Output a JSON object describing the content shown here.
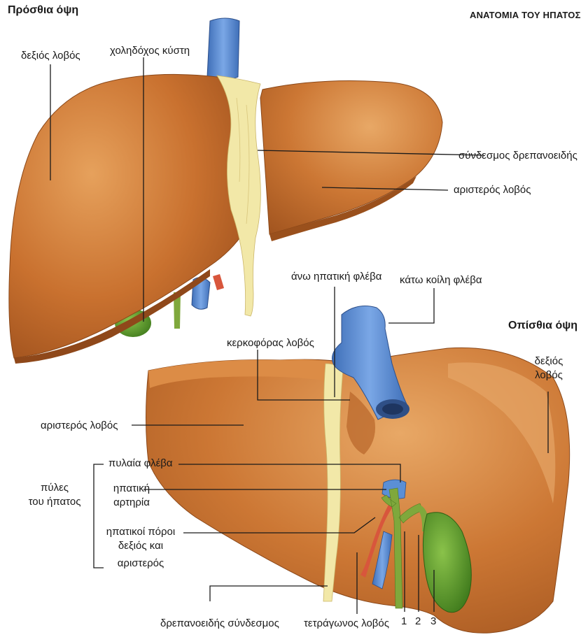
{
  "header": {
    "front_view": "Πρόσθια όψη",
    "title": "ΑΝΑΤΟΜΙΑ ΤΟΥ ΗΠΑΤΟΣ",
    "back_view": "Οπίσθια όψη"
  },
  "front_labels": {
    "right_lobe": "δεξιός λοβός",
    "gallbladder": "χοληδόχος κύστη",
    "falciform_ligament": "σύνδεσμος δρεπανοειδής",
    "left_lobe": "αριστερός λοβός"
  },
  "back_labels": {
    "upper_hepatic_vein": "άνω ηπατική φλέβα",
    "inferior_vena_cava": "κάτω κοίλη φλέβα",
    "caudate_lobe": "κερκοφόρας λοβός",
    "right_lobe_line1": "δεξιός",
    "right_lobe_line2": "λοβός",
    "left_lobe": "αριστερός λοβός",
    "portal_vein": "πυλαία φλέβα",
    "porta_line1": "πύλες",
    "porta_line2": "του ήπατος",
    "hepatic_artery_line1": "ηπατική",
    "hepatic_artery_line2": "αρτηρία",
    "hepatic_ducts_line1": "ηπατικοί πόροι",
    "hepatic_ducts_line2": "δεξιός και",
    "hepatic_ducts_line3": "αριστερός",
    "falciform_ligament": "δρεπανοειδής σύνδεσμος",
    "quadrate_lobe": "τετράγωνος λοβός",
    "num1": "1",
    "num2": "2",
    "num3": "3"
  },
  "colors": {
    "liver": "#c9712f",
    "liver_dark": "#9c4f1c",
    "liver_light": "#e39a55",
    "ligament": "#f2e8a8",
    "vein_blue": "#5b8fd6",
    "artery_red": "#d8563c",
    "bile_green": "#7fa83c",
    "gallbladder_green": "#5f9a2e",
    "leader_line": "#1a1a1a"
  }
}
